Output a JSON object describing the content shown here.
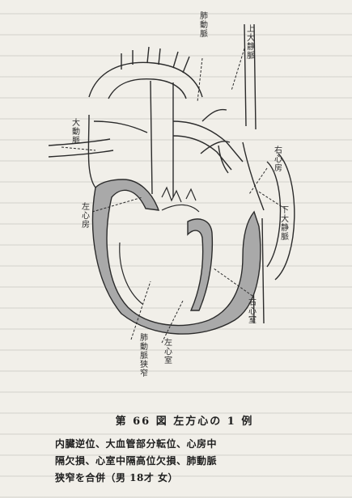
{
  "figure": {
    "labels": {
      "pulmonary_artery": "肺動脈",
      "superior_vena_cava": "上大静脈",
      "aorta": "大動脈",
      "right_atrium": "右心房",
      "left_atrium": "左心房",
      "inferior_vena_cava": "下大静脈",
      "pulmonary_stenosis": "肺動脈狭窄",
      "left_ventricle": "左心室",
      "right_ventricle": "右心室"
    }
  },
  "caption": {
    "title": "第 66 図  左方心の 1 例",
    "note_lines": [
      "内臓逆位、大血管部分転位、心房中",
      "隔欠損、心室中隔高位欠損、肺動脈",
      "狭窄を合併（男  18才 女）"
    ]
  },
  "colors": {
    "paper": "#f1efe9",
    "ink": "#2b2b2b",
    "shade": "#a9a9a9"
  }
}
